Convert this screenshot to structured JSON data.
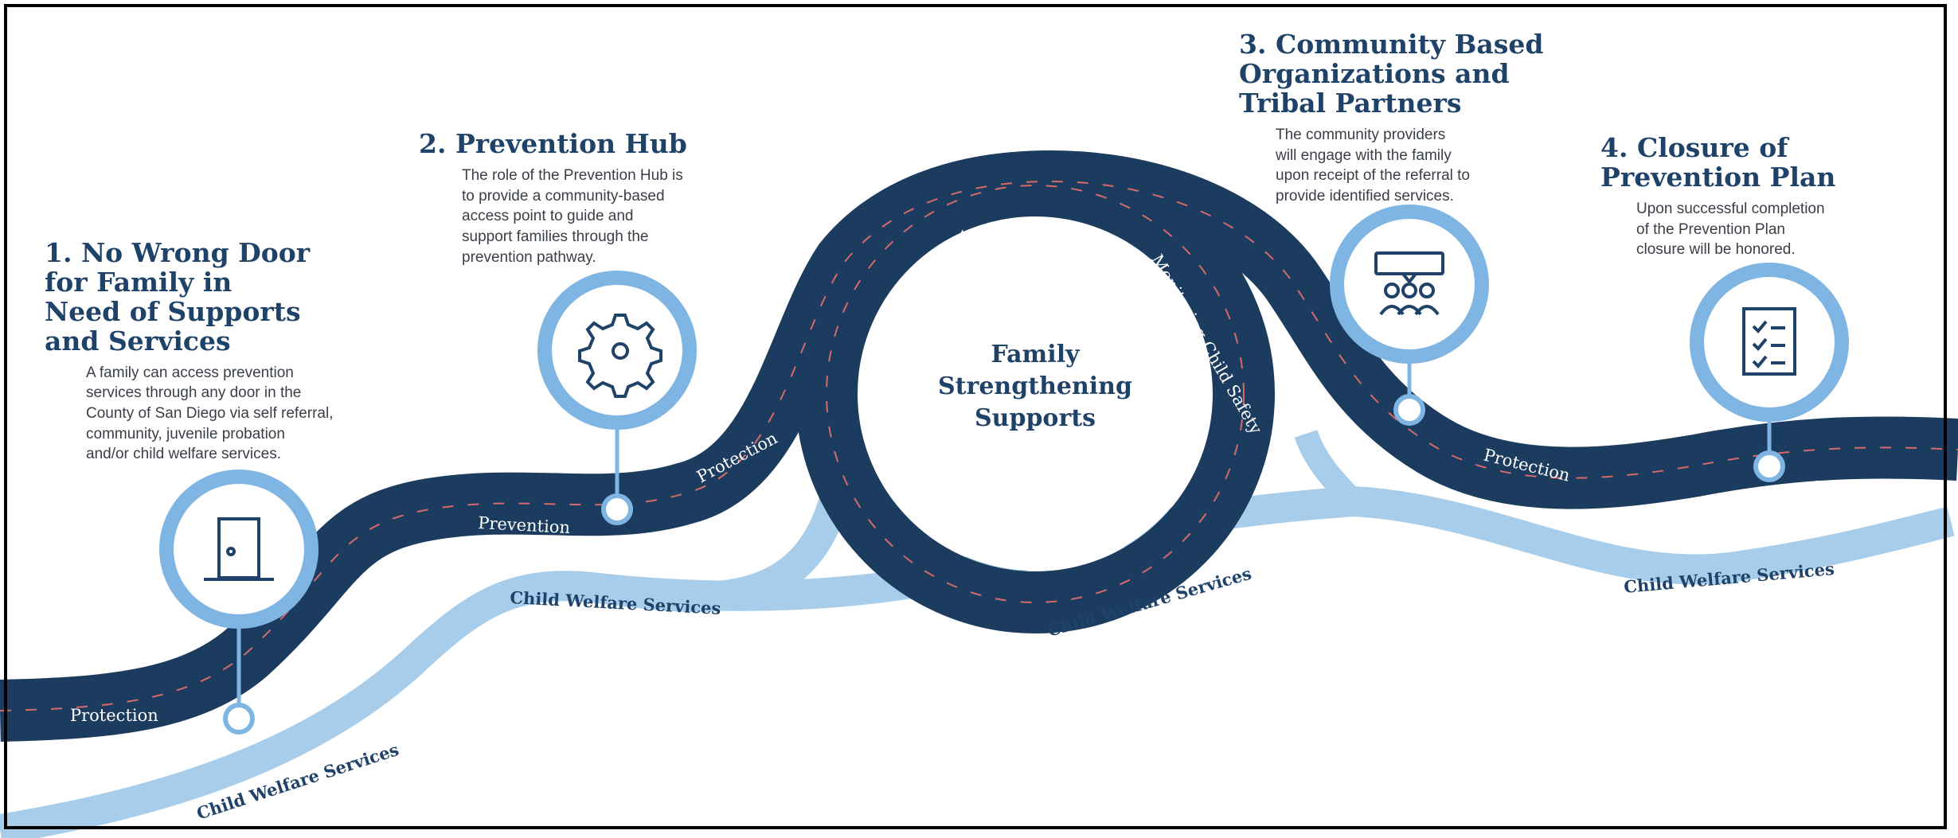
{
  "center_label": "Family\nStrengthening\nSupports",
  "road_labels": {
    "protection": "Protection",
    "prevention": "Prevention",
    "monitoring": "Monitoring Child Safety",
    "cws": "Child Welfare Services"
  },
  "steps": [
    {
      "title": "1. No Wrong Door\n    for Family in\n    Need of Supports\n    and Services",
      "body": "A family can access prevention\nservices through any door in the\nCounty of San Diego via self referral,\ncommunity, juvenile probation\nand/or child welfare services.",
      "icon": "door-icon"
    },
    {
      "title": "2. Prevention Hub",
      "body": "The role of the Prevention Hub is\nto provide a community-based\naccess point to guide and\nsupport families through the\nprevention pathway.",
      "icon": "gear-icon"
    },
    {
      "title": "3. Community Based\n    Organizations and\n    Tribal Partners",
      "body": "The community providers\nwill engage with the family\nupon receipt of the referral to\nprovide identified services.",
      "icon": "community-group-icon"
    },
    {
      "title": "4. Closure of\n    Prevention Plan",
      "body": "Upon successful completion\nof the Prevention Plan\nclosure will be honored.",
      "icon": "checklist-icon"
    }
  ],
  "colors": {
    "road": "#1b3b5f",
    "light_road": "#a7cdea",
    "icon_ring": "#7fb5e3",
    "dash": "#d46a6a",
    "title": "#1f4269"
  }
}
